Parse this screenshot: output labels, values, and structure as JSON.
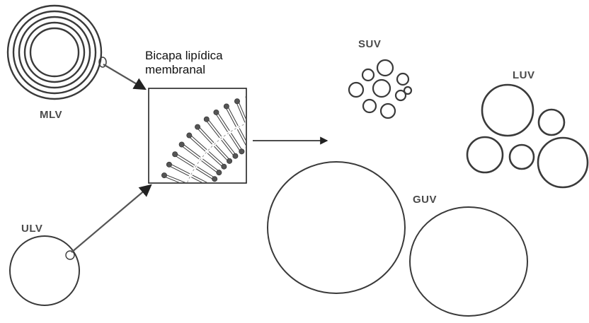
{
  "labels": {
    "bilayer_line1": "Bicapa lipídica",
    "bilayer_line2": "membranal",
    "mlv": "MLV",
    "ulv": "ULV",
    "suv": "SUV",
    "luv": "LUV",
    "guv": "GUV"
  },
  "colors": {
    "ink": "#3a3a3a",
    "background": "#ffffff"
  }
}
